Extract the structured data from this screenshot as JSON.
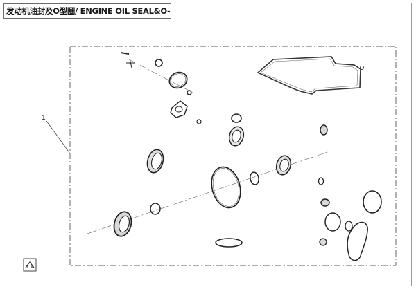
{
  "header": {
    "title": "发动机油封及O型圈/ ENGINE OIL SEAL&O-RING"
  },
  "diagram": {
    "callout_number": "1",
    "group_frame": "dashed-dot-rectangle",
    "parts": [
      "o-ring",
      "oil-seal",
      "gasket",
      "snap-ring",
      "pin"
    ]
  },
  "icons": {
    "nav": "home-arrow-icon"
  }
}
